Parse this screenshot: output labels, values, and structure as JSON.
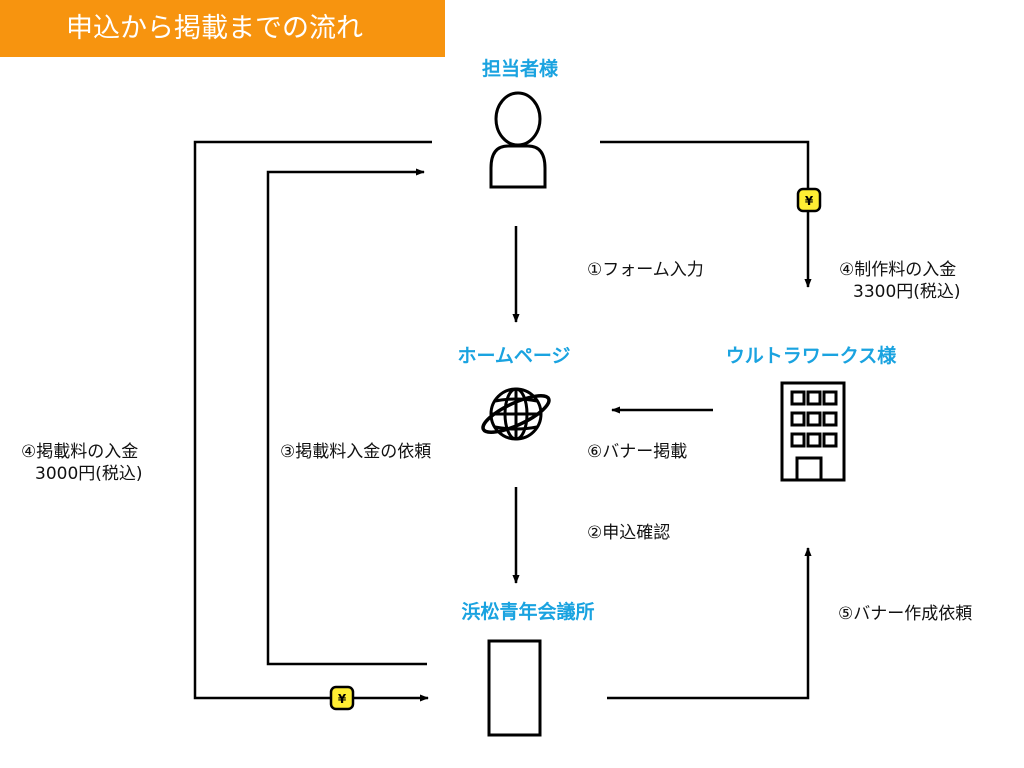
{
  "header": {
    "title": "申込から掲載までの流れ",
    "bg_color": "#f7940f"
  },
  "colors": {
    "node_label": "#1aa3e0",
    "line": "#000000",
    "yen_badge": "#ffee33"
  },
  "nodes": {
    "person": {
      "label": "担当者様",
      "icon": "person-icon"
    },
    "homepage": {
      "label": "ホームページ",
      "icon": "globe-icon"
    },
    "ultraworks": {
      "label": "ウルトラワークス様",
      "icon": "building-icon"
    },
    "chamber": {
      "label": "浜松青年会議所",
      "icon": "door-icon"
    }
  },
  "steps": {
    "form_input": "①フォーム入力",
    "confirm": "②申込確認",
    "request_fee": "③掲載料入金の依頼",
    "production_fee": {
      "line1": "④制作料の入金",
      "line2": "3300円(税込)"
    },
    "listing_fee": {
      "line1": "④掲載料の入金",
      "line2": "3000円(税込)"
    },
    "banner_request": "⑤バナー作成依頼",
    "banner_post": "⑥バナー掲載"
  },
  "badges": {
    "yen_symbol": "¥"
  }
}
